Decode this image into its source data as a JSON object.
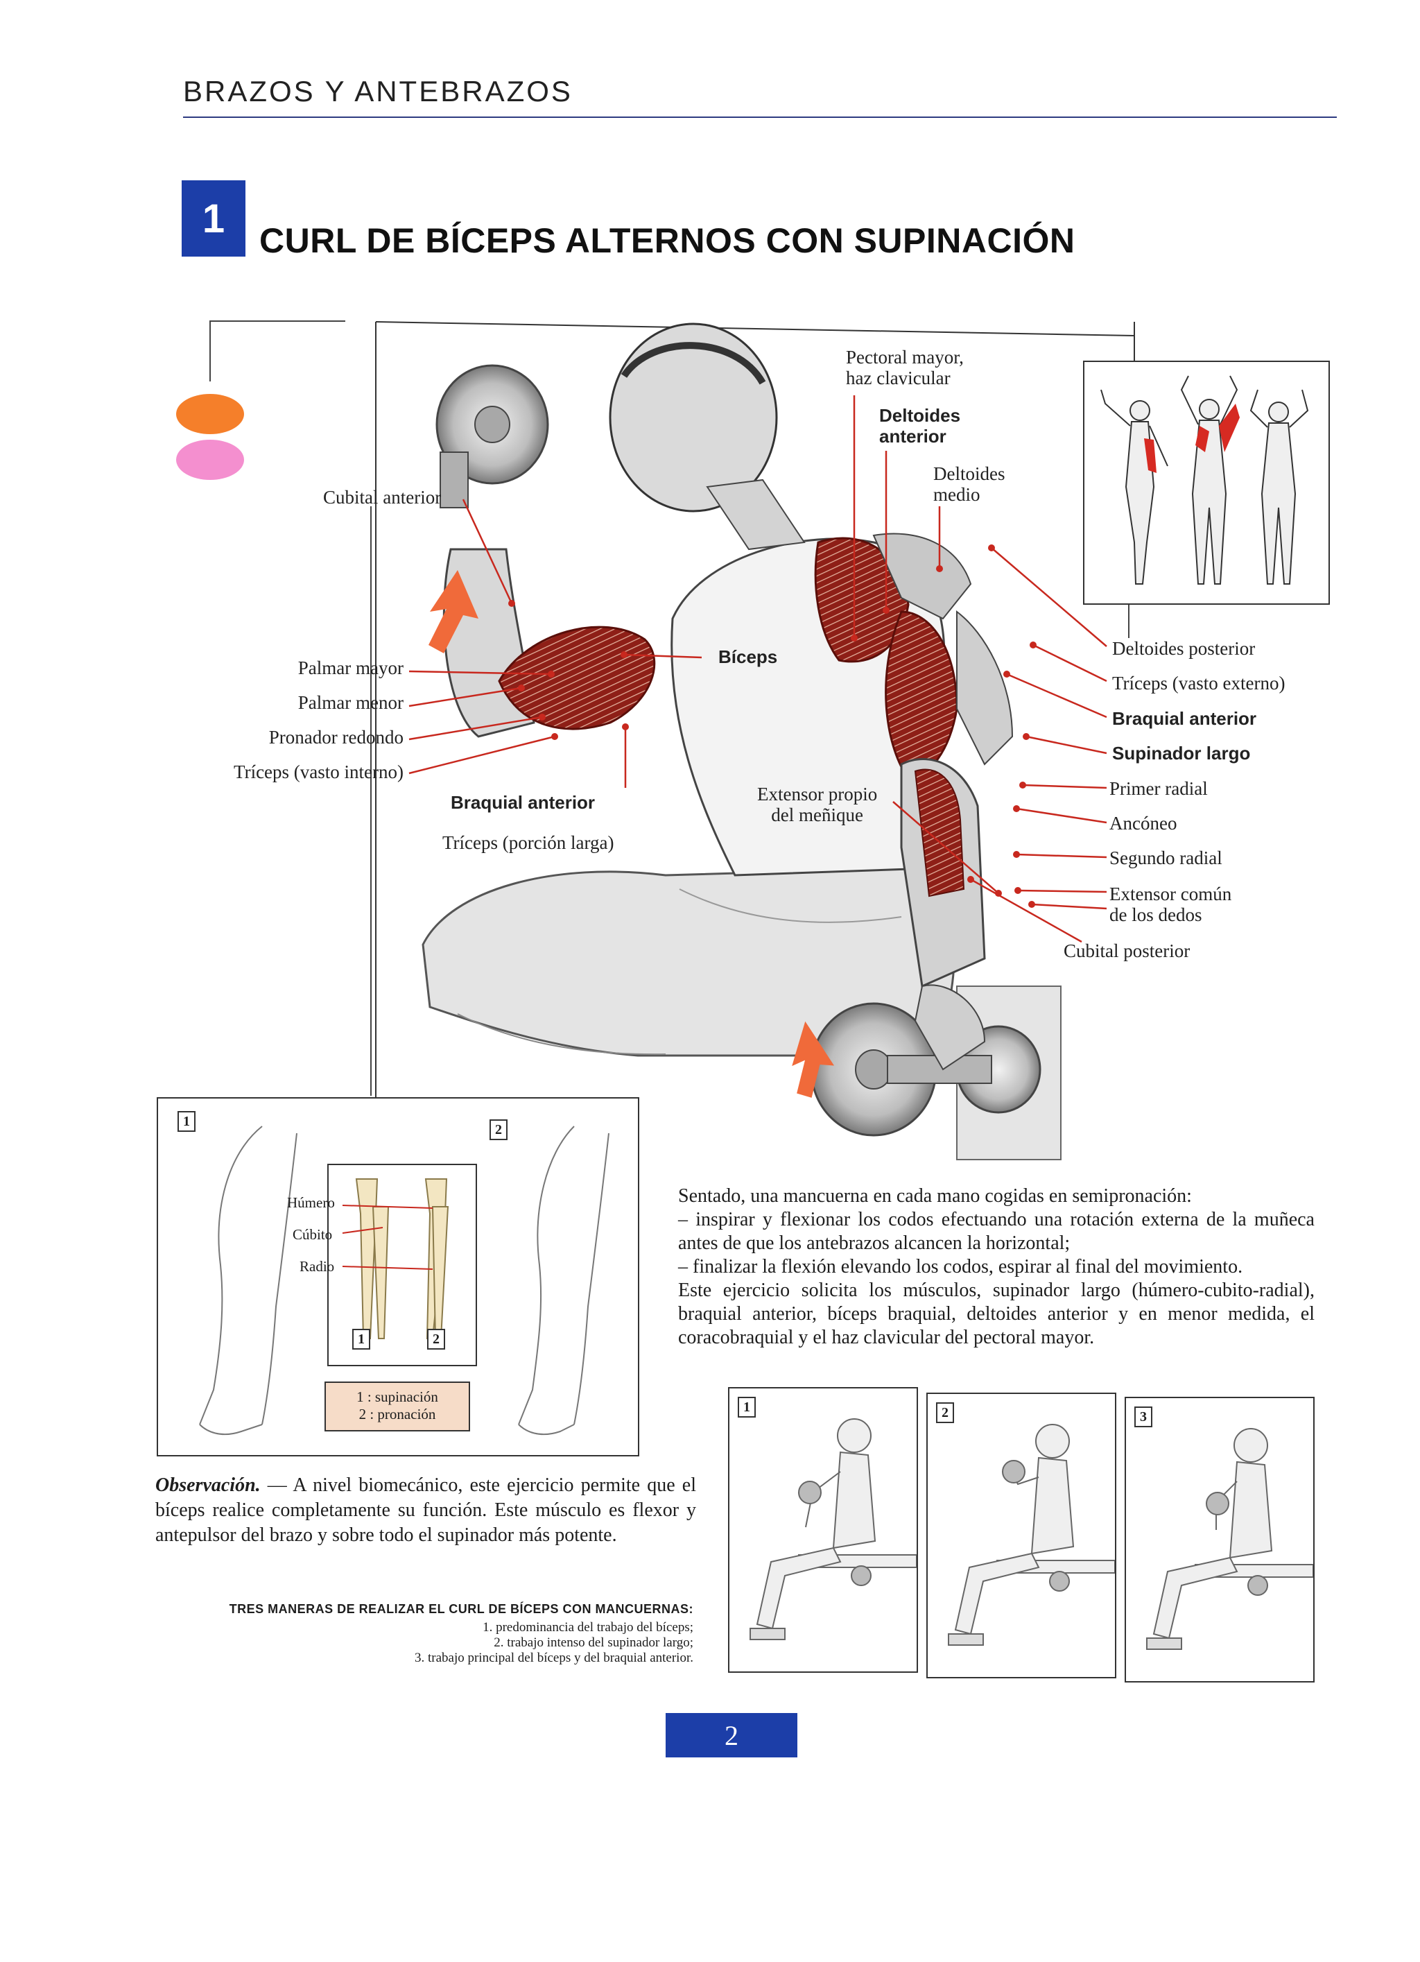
{
  "header": {
    "section": "BRAZOS Y ANTEBRAZOS"
  },
  "exercise": {
    "number": "1",
    "title": "CURL DE BÍCEPS ALTERNOS CON SUPINACIÓN"
  },
  "markers": {
    "colors": [
      "#f57f2a",
      "#f48fcf"
    ]
  },
  "labels": {
    "pectoral": "Pectoral mayor,\nhaz clavicular",
    "deltoides_anterior": "Deltoides\nanterior",
    "deltoides_medio": "Deltoides\nmedio",
    "cubital_anterior": "Cubital anterior",
    "biceps": "Bíceps",
    "palmar_mayor": "Palmar mayor",
    "palmar_menor": "Palmar menor",
    "pronador_redondo": "Pronador redondo",
    "triceps_vasto_interno": "Tríceps (vasto interno)",
    "braquial_anterior_left": "Braquial anterior",
    "triceps_porcion_larga": "Tríceps (porción larga)",
    "extensor_propio": "Extensor propio\ndel meñique",
    "deltoides_posterior": "Deltoides posterior",
    "triceps_vasto_externo": "Tríceps (vasto externo)",
    "braquial_anterior_right": "Braquial anterior",
    "supinador_largo": "Supinador largo",
    "primer_radial": "Primer radial",
    "ancoreo": "Ancóneo",
    "segundo_radial": "Segundo radial",
    "extensor_comun": "Extensor común\nde los dedos",
    "cubital_posterior": "Cubital posterior"
  },
  "inset_bones": {
    "panel_numbers": [
      "1",
      "2"
    ],
    "bone_labels": [
      "Húmero",
      "Cúbito",
      "Radio"
    ],
    "sub_numbers": [
      "1",
      "2"
    ],
    "legend": [
      "1 : supinación",
      "2 : pronación"
    ]
  },
  "description": "Sentado, una mancuerna en cada mano cogidas en semipronación:\n– inspirar y flexionar los codos efectuando una rotación externa de la muñeca antes de que los antebrazos alcancen la horizontal;\n– finalizar la flexión elevando los codos, espirar al final del movimiento.\nEste ejercicio solicita los músculos, supinador largo (húmero-cubito-radial), braquial anterior, bíceps braquial, deltoides anterior y en menor medida, el coracobraquial y el haz clavicular del pectoral mayor.",
  "observation": {
    "heading": "Observación.",
    "text": " — A nivel biomecánico, este ejercicio permite que el bíceps realice completamente su función. Este músculo es flexor y antepulsor del brazo y sobre todo el supinador más potente."
  },
  "three_ways": {
    "title": "TRES MANERAS DE REALIZAR EL CURL DE BÍCEPS CON MANCUERNAS:",
    "items": [
      "1. predominancia del trabajo del bíceps;",
      "2. trabajo intenso del supinador largo;",
      "3. trabajo principal del bíceps y del braquial anterior."
    ],
    "panel_numbers": [
      "1",
      "2",
      "3"
    ]
  },
  "page_number": "2"
}
